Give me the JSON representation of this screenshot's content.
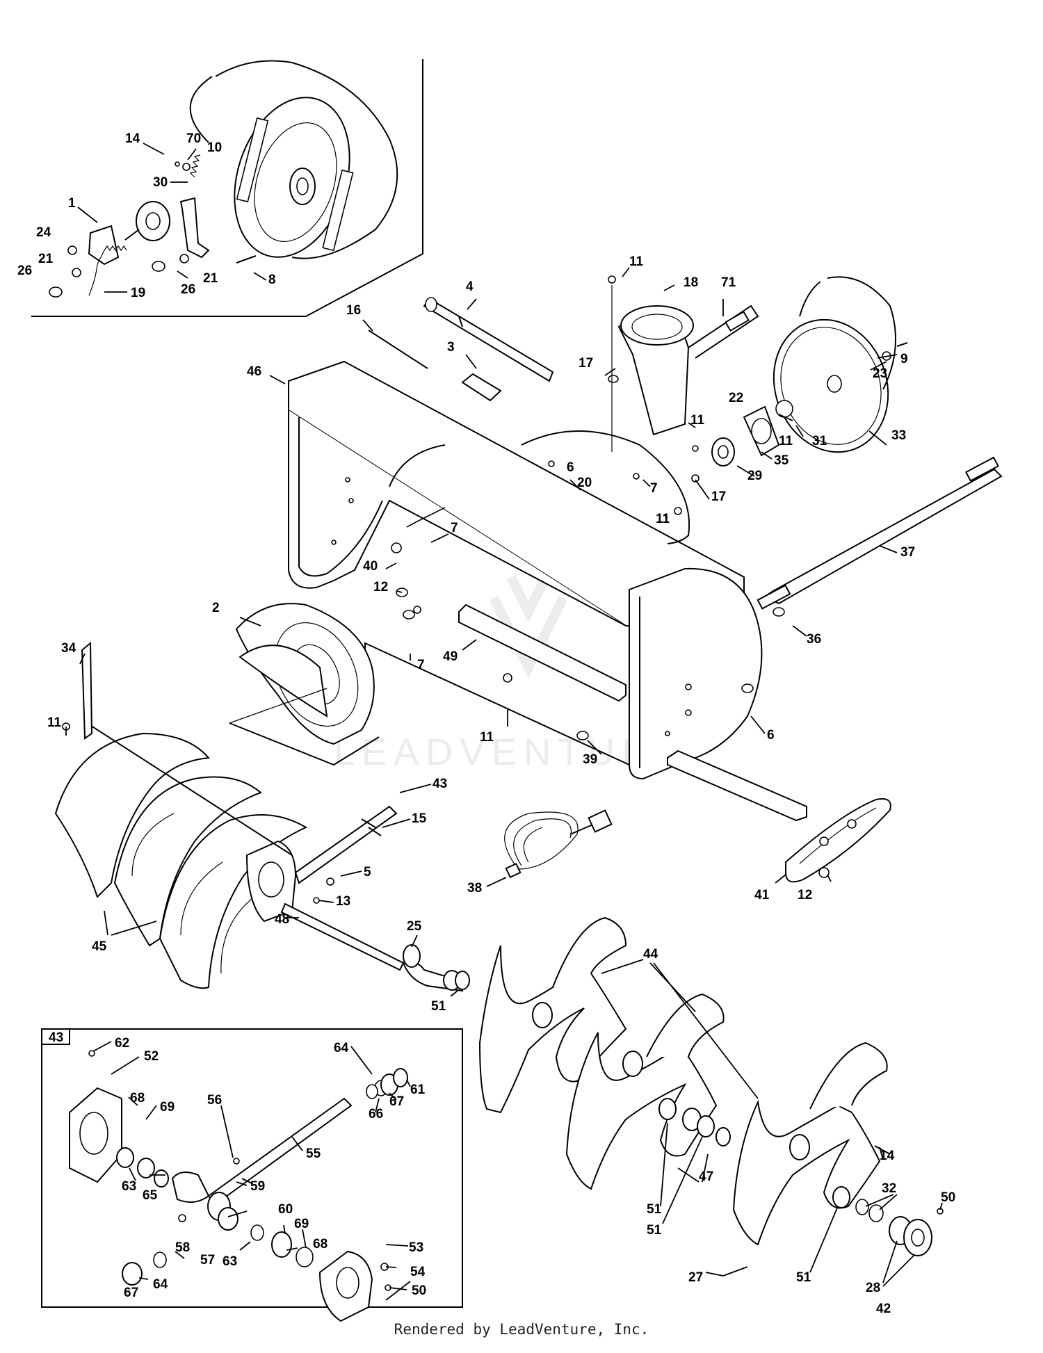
{
  "watermark": "LEADVENTURE",
  "footer": "Rendered by LeadVenture, Inc.",
  "inset_43_label": "43",
  "callouts": [
    {
      "id": "c14a",
      "text": "14"
    },
    {
      "id": "c70",
      "text": "70"
    },
    {
      "id": "c10",
      "text": "10"
    },
    {
      "id": "c30",
      "text": "30"
    },
    {
      "id": "c1",
      "text": "1"
    },
    {
      "id": "c24",
      "text": "24"
    },
    {
      "id": "c21a",
      "text": "21"
    },
    {
      "id": "c26a",
      "text": "26"
    },
    {
      "id": "c19",
      "text": "19"
    },
    {
      "id": "c26b",
      "text": "26"
    },
    {
      "id": "c21b",
      "text": "21"
    },
    {
      "id": "c8",
      "text": "8"
    },
    {
      "id": "c4",
      "text": "4"
    },
    {
      "id": "c16",
      "text": "16"
    },
    {
      "id": "c3",
      "text": "3"
    },
    {
      "id": "c46",
      "text": "46"
    },
    {
      "id": "c11a",
      "text": "11"
    },
    {
      "id": "c18",
      "text": "18"
    },
    {
      "id": "c71",
      "text": "71"
    },
    {
      "id": "c9",
      "text": "9"
    },
    {
      "id": "c23",
      "text": "23"
    },
    {
      "id": "c17a",
      "text": "17"
    },
    {
      "id": "c11b",
      "text": "11"
    },
    {
      "id": "c22",
      "text": "22"
    },
    {
      "id": "c11c",
      "text": "11"
    },
    {
      "id": "c31",
      "text": "31"
    },
    {
      "id": "c33",
      "text": "33"
    },
    {
      "id": "c35",
      "text": "35"
    },
    {
      "id": "c6a",
      "text": "6"
    },
    {
      "id": "c20",
      "text": "20"
    },
    {
      "id": "c29",
      "text": "29"
    },
    {
      "id": "c7a",
      "text": "7"
    },
    {
      "id": "c17b",
      "text": "17"
    },
    {
      "id": "c11d",
      "text": "11"
    },
    {
      "id": "c37",
      "text": "37"
    },
    {
      "id": "c7b",
      "text": "7"
    },
    {
      "id": "c40",
      "text": "40"
    },
    {
      "id": "c12a",
      "text": "12"
    },
    {
      "id": "c2",
      "text": "2"
    },
    {
      "id": "c36",
      "text": "36"
    },
    {
      "id": "c7c",
      "text": "7"
    },
    {
      "id": "c34",
      "text": "34"
    },
    {
      "id": "c49",
      "text": "49"
    },
    {
      "id": "c11e",
      "text": "11"
    },
    {
      "id": "c11f",
      "text": "11"
    },
    {
      "id": "c6b",
      "text": "6"
    },
    {
      "id": "c39",
      "text": "39"
    },
    {
      "id": "c43",
      "text": "43"
    },
    {
      "id": "c15",
      "text": "15"
    },
    {
      "id": "c5",
      "text": "5"
    },
    {
      "id": "c38",
      "text": "38"
    },
    {
      "id": "c13",
      "text": "13"
    },
    {
      "id": "c41",
      "text": "41"
    },
    {
      "id": "c12b",
      "text": "12"
    },
    {
      "id": "c45",
      "text": "45"
    },
    {
      "id": "c48",
      "text": "48"
    },
    {
      "id": "c25",
      "text": "25"
    },
    {
      "id": "c44",
      "text": "44"
    },
    {
      "id": "c51a",
      "text": "51"
    },
    {
      "id": "c62",
      "text": "62"
    },
    {
      "id": "c52",
      "text": "52"
    },
    {
      "id": "c64a",
      "text": "64"
    },
    {
      "id": "c61",
      "text": "61"
    },
    {
      "id": "c67a",
      "text": "67"
    },
    {
      "id": "c66",
      "text": "66"
    },
    {
      "id": "c68a",
      "text": "68"
    },
    {
      "id": "c69a",
      "text": "69"
    },
    {
      "id": "c56",
      "text": "56"
    },
    {
      "id": "c55",
      "text": "55"
    },
    {
      "id": "c47",
      "text": "47"
    },
    {
      "id": "c63a",
      "text": "63"
    },
    {
      "id": "c65",
      "text": "65"
    },
    {
      "id": "c59",
      "text": "59"
    },
    {
      "id": "c51b",
      "text": "51"
    },
    {
      "id": "c60",
      "text": "60"
    },
    {
      "id": "c51c",
      "text": "51"
    },
    {
      "id": "c14b",
      "text": "14"
    },
    {
      "id": "c58",
      "text": "58"
    },
    {
      "id": "c64b",
      "text": "64"
    },
    {
      "id": "c69b",
      "text": "69"
    },
    {
      "id": "c57",
      "text": "57"
    },
    {
      "id": "c63b",
      "text": "63"
    },
    {
      "id": "c68b",
      "text": "68"
    },
    {
      "id": "c53",
      "text": "53"
    },
    {
      "id": "c32",
      "text": "32"
    },
    {
      "id": "c50a",
      "text": "50"
    },
    {
      "id": "c27",
      "text": "27"
    },
    {
      "id": "c51d",
      "text": "51"
    },
    {
      "id": "c67b",
      "text": "67"
    },
    {
      "id": "c54",
      "text": "54"
    },
    {
      "id": "c50b",
      "text": "50"
    },
    {
      "id": "c28",
      "text": "28"
    },
    {
      "id": "c42",
      "text": "42"
    }
  ]
}
